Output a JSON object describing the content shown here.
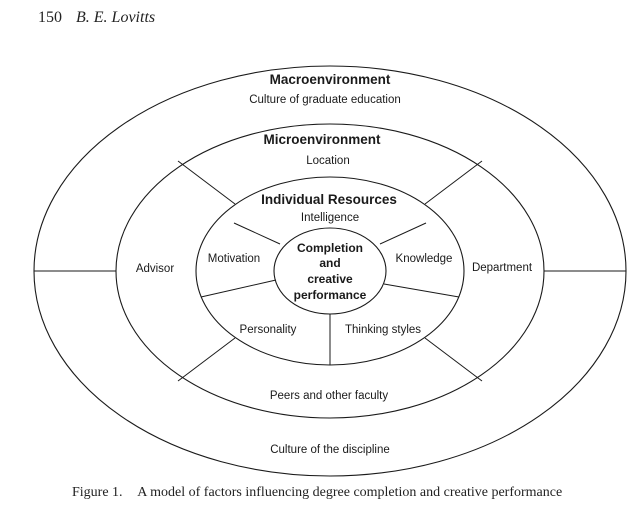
{
  "running_head": {
    "page_number": "150",
    "author": "B. E. Lovitts"
  },
  "figure": {
    "macro": {
      "heading": "Macroenvironment",
      "items": {
        "top": "Culture of graduate education",
        "bottom": "Culture of the discipline"
      }
    },
    "micro": {
      "heading": "Microenvironment",
      "items": {
        "top": "Location",
        "left": "Advisor",
        "right": "Department",
        "bottom": "Peers and other faculty"
      }
    },
    "individual": {
      "heading": "Individual Resources",
      "items": {
        "top": "Intelligence",
        "left": "Motivation",
        "right": "Knowledge",
        "bottom_left": "Personality",
        "bottom_right": "Thinking styles"
      }
    },
    "center": {
      "lines": [
        "Completion",
        "and",
        "creative",
        "performance"
      ]
    }
  },
  "caption": {
    "number": "Figure 1.",
    "text": "A model of factors influencing degree completion and creative performance"
  }
}
